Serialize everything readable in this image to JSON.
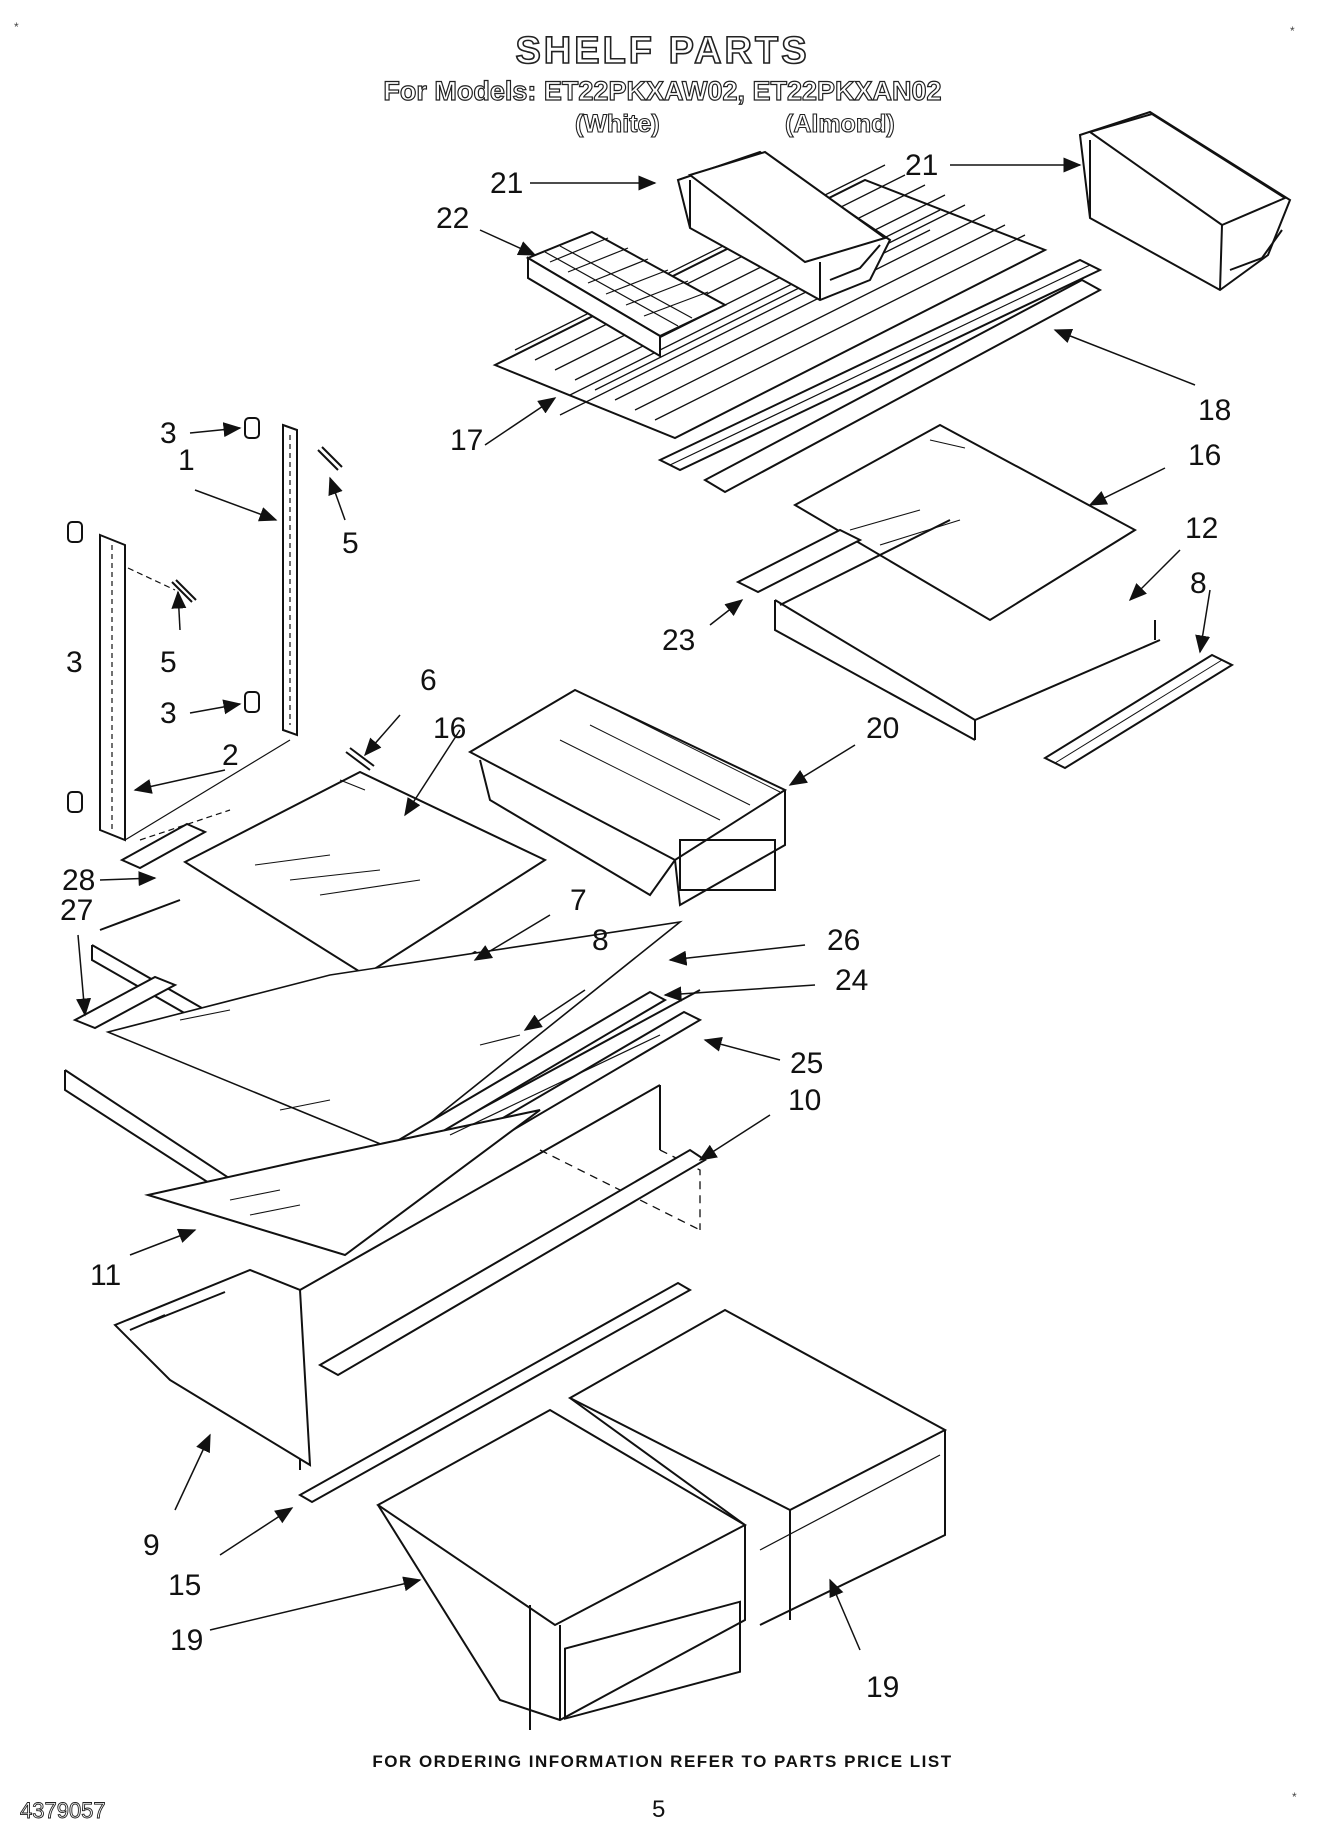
{
  "header": {
    "title": "SHELF PARTS",
    "subtitle": "For Models: ET22PKXAW02, ET22PKXAN02",
    "finish_white": "(White)",
    "finish_almond": "(Almond)"
  },
  "callouts": {
    "c1": "1",
    "c2": "2",
    "c3a": "3",
    "c3b": "3",
    "c3c": "3",
    "c5a": "5",
    "c5b": "5",
    "c6": "6",
    "c7": "7",
    "c8a": "8",
    "c8b": "8",
    "c9": "9",
    "c10": "10",
    "c11": "11",
    "c12": "12",
    "c15": "15",
    "c16a": "16",
    "c16b": "16",
    "c17": "17",
    "c18": "18",
    "c19a": "19",
    "c19b": "19",
    "c20": "20",
    "c21a": "21",
    "c21b": "21",
    "c22": "22",
    "c23": "23",
    "c24": "24",
    "c25": "25",
    "c26": "26",
    "c27": "27",
    "c28": "28"
  },
  "footer": {
    "ordering_note": "FOR ORDERING INFORMATION REFER TO PARTS PRICE LIST",
    "document_number": "4379057",
    "page_number": "5"
  }
}
